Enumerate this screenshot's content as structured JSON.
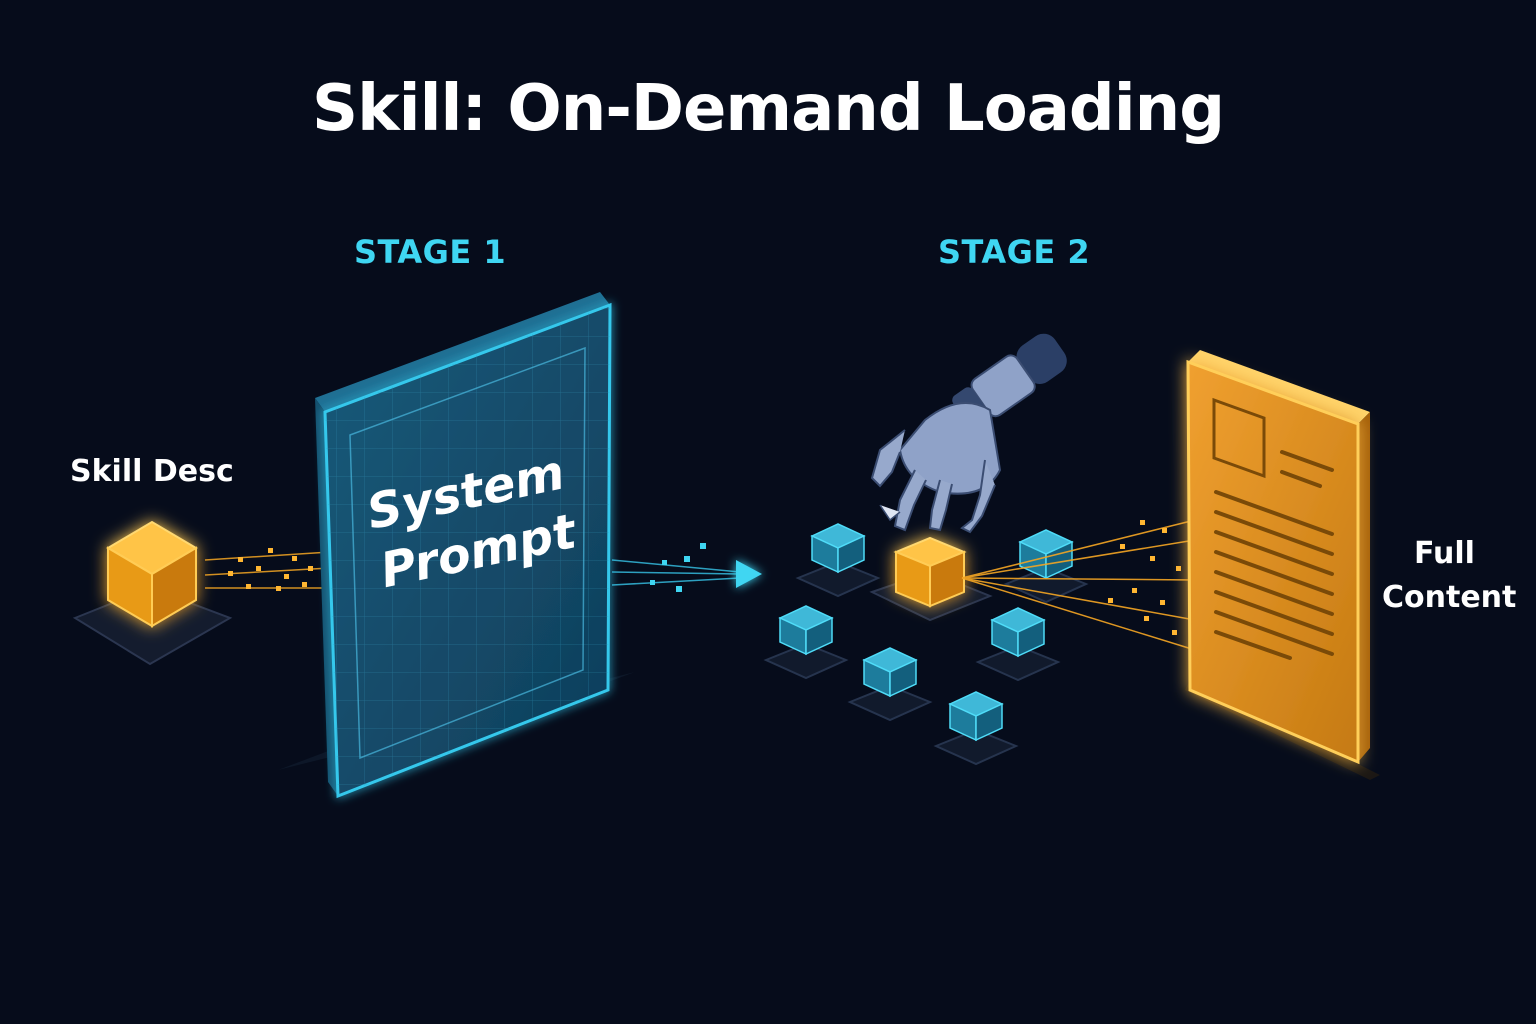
{
  "title": "Skill: On-Demand Loading",
  "stages": [
    {
      "label": "STAGE 1"
    },
    {
      "label": "STAGE 2"
    }
  ],
  "labels": {
    "skill_desc": "Skill Desc",
    "system_prompt_line1": "System",
    "system_prompt_line2": "Prompt",
    "full_content_line1": "Full",
    "full_content_line2": "Content"
  },
  "colors": {
    "background": "#060c1b",
    "accent_cyan": "#3fd6f2",
    "accent_orange": "#f5a623",
    "text": "#ffffff"
  },
  "icons": [
    "skill-cube-icon",
    "robot-hand-icon",
    "document-icon",
    "arrow-right-icon"
  ]
}
